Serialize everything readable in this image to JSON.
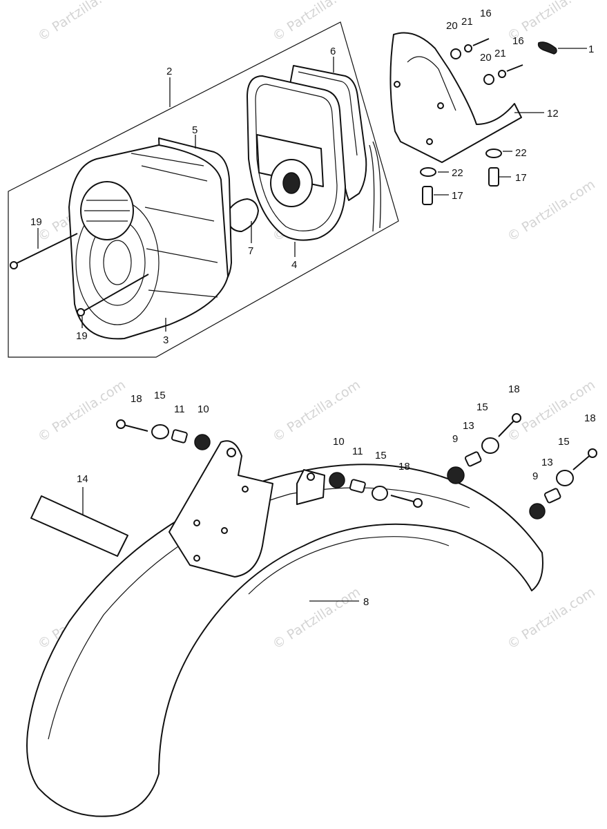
{
  "watermark": "© Partzilla.com",
  "callouts": {
    "c1": "1",
    "c2": "2",
    "c3": "3",
    "c4": "4",
    "c5": "5",
    "c6": "6",
    "c7": "7",
    "c8": "8",
    "c9a": "9",
    "c9b": "9",
    "c10a": "10",
    "c10b": "10",
    "c11a": "11",
    "c11b": "11",
    "c12": "12",
    "c13a": "13",
    "c13b": "13",
    "c14": "14",
    "c15a": "15",
    "c15b": "15",
    "c15c": "15",
    "c15d": "15",
    "c16a": "16",
    "c16b": "16",
    "c17a": "17",
    "c17b": "17",
    "c18a": "18",
    "c18b": "18",
    "c18c": "18",
    "c18d": "18",
    "c19a": "19",
    "c19b": "19",
    "c20a": "20",
    "c20b": "20",
    "c21a": "21",
    "c21b": "21",
    "c22a": "22",
    "c22b": "22"
  },
  "colors": {
    "ink": "#111111",
    "watermark": "#d4d4d4"
  }
}
